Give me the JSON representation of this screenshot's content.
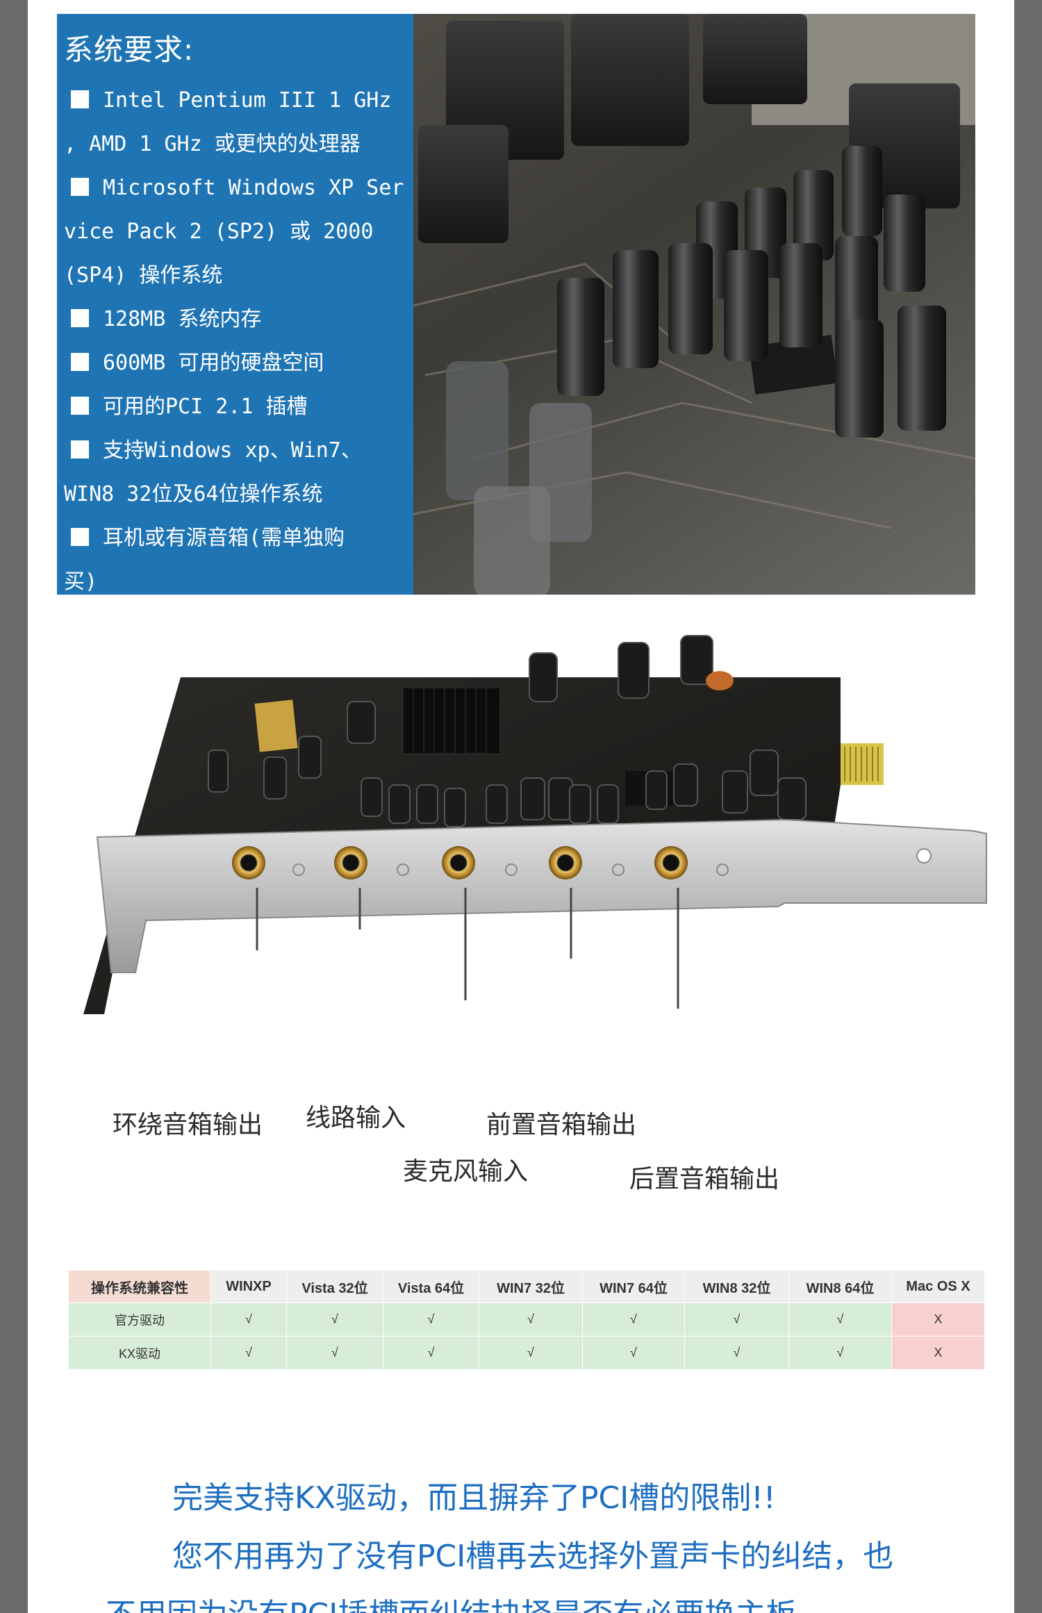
{
  "requirements": {
    "title": "系统要求:",
    "lines": [
      {
        "check": true,
        "text": "Intel Pentium III 1 GHz"
      },
      {
        "check": false,
        "text": ", AMD 1 GHz 或更快的处理器"
      },
      {
        "check": true,
        "text": "Microsoft Windows XP Ser"
      },
      {
        "check": false,
        "text": "vice Pack 2 (SP2) 或 2000"
      },
      {
        "check": false,
        "text": "(SP4) 操作系统"
      },
      {
        "check": true,
        "text": "128MB 系统内存"
      },
      {
        "check": true,
        "text": "600MB 可用的硬盘空间"
      },
      {
        "check": true,
        "text": "可用的PCI 2.1 插槽"
      },
      {
        "check": true,
        "text": "支持Windows xp、Win7、"
      },
      {
        "check": false,
        "text": "WIN8 32位及64位操作系统"
      },
      {
        "check": true,
        "text": "耳机或有源音箱(需单独购"
      },
      {
        "check": false,
        "text": "买)"
      }
    ]
  },
  "ports": {
    "surround": "环绕音箱输出",
    "line_in": "线路输入",
    "mic_in": "麦克风输入",
    "front": "前置音箱输出",
    "rear": "后置音箱输出"
  },
  "compat_table": {
    "headers": [
      "操作系统兼容性",
      "WINXP",
      "Vista 32位",
      "Vista 64位",
      "WIN7 32位",
      "WIN7 64位",
      "WIN8 32位",
      "WIN8 64位",
      "Mac OS X"
    ],
    "rows": [
      {
        "label": "官方驱动",
        "cells": [
          "√",
          "√",
          "√",
          "√",
          "√",
          "√",
          "√",
          "X"
        ]
      },
      {
        "label": "KX驱动",
        "cells": [
          "√",
          "√",
          "√",
          "√",
          "√",
          "√",
          "√",
          "X"
        ]
      }
    ]
  },
  "promo": {
    "line1": "完美支持KX驱动，而且摒弃了PCI槽的限制!!",
    "line2": "您不用再为了没有PCI槽再去选择外置声卡的纠结，也",
    "line3": "不用因为没有PCI插槽而纠结抉择是否有必要换主板"
  }
}
